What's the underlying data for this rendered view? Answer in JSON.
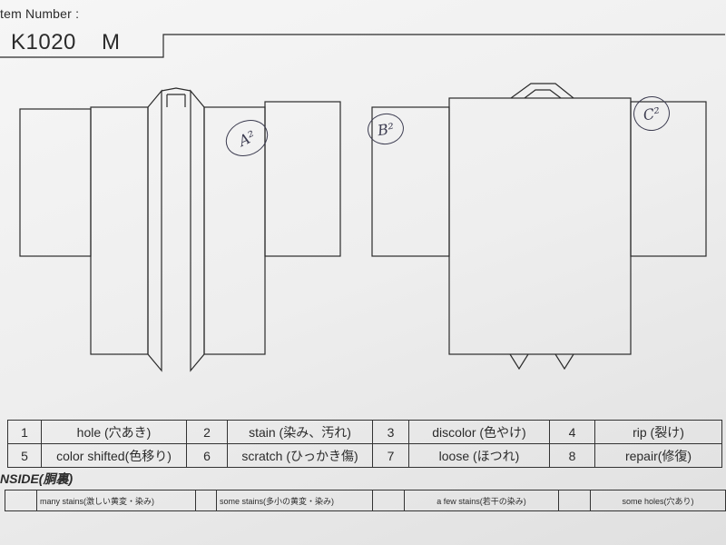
{
  "header": {
    "item_number_label": "tem Number :",
    "item_code": "K1020",
    "size": "M"
  },
  "handwritten_marks": {
    "front_right_body": "A²",
    "back_left_sleeve": "B²",
    "back_right_sleeve": "C²"
  },
  "damage_legend": {
    "rows": [
      [
        {
          "num": "1",
          "label": "hole (穴あき)"
        },
        {
          "num": "2",
          "label": "stain (染み、汚れ)"
        },
        {
          "num": "3",
          "label": "discolor (色やけ)"
        },
        {
          "num": "4",
          "label": "rip (裂け)"
        }
      ],
      [
        {
          "num": "5",
          "label": "color shifted(色移り)"
        },
        {
          "num": "6",
          "label": "scratch (ひっかき傷)"
        },
        {
          "num": "7",
          "label": "loose (ほつれ)"
        },
        {
          "num": "8",
          "label": "repair(修復)"
        }
      ]
    ]
  },
  "inside": {
    "title": "NSIDE(胴裏)",
    "levels": [
      "many stains(激しい黄変・染み)",
      "some stains(多小の黄変・染み)",
      "a few stains(若干の染み)",
      "some holes(穴あり)"
    ]
  },
  "colors": {
    "paper": "#f1f1f1",
    "ink": "#2b2b2b",
    "handwriting": "#3c3c50"
  }
}
